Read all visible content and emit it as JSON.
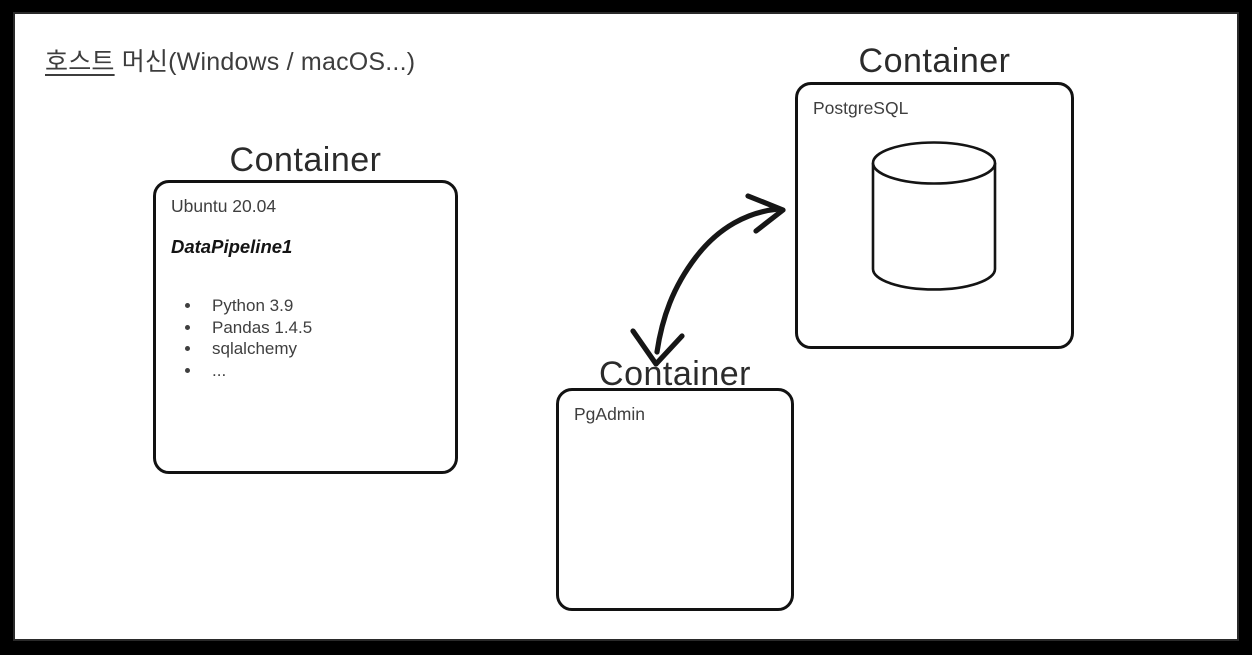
{
  "host": {
    "label_underlined": "호스트",
    "label_rest": " 머신(Windows / macOS...)"
  },
  "containers": {
    "ubuntu": {
      "title": "Container",
      "os": "Ubuntu 20.04",
      "pipeline": "DataPipeline1",
      "packages": [
        "Python 3.9",
        "Pandas 1.4.5",
        "sqlalchemy",
        "..."
      ]
    },
    "postgres": {
      "title": "Container",
      "app": "PostgreSQL",
      "icon": "database-cylinder-icon"
    },
    "pgadmin": {
      "title": "Container",
      "app": "PgAdmin"
    }
  },
  "connections": [
    {
      "from": "pgadmin",
      "to": "postgres",
      "style": "hand-drawn double-headed curved arrow"
    }
  ],
  "colors": {
    "frame_background": "#000000",
    "canvas_background": "#ffffff",
    "shape_stroke": "#121212",
    "title_text": "#2b2b2b",
    "body_text": "#3f3f3f"
  }
}
